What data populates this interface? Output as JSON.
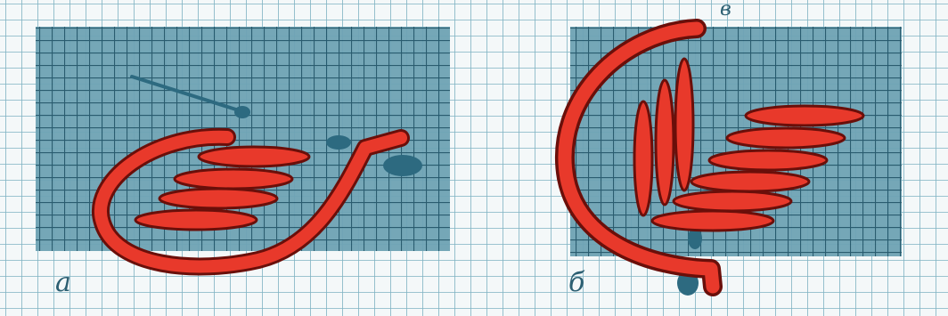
{
  "labels": {
    "panel_a": "а",
    "panel_b": "б",
    "needle_mark": "в"
  },
  "colors": {
    "paper": "#f4f8f9",
    "grid_line": "#7fb2c2",
    "canvas_fill": "#6ea3b4",
    "canvas_line": "#1f5468",
    "thread_fill": "#e8392b",
    "thread_outline": "#6a0f0a",
    "needle": "#2d6a80"
  },
  "icons": {
    "thread": "embroidery-thread",
    "needle": "needle-icon",
    "stitch": "satin-stitch"
  }
}
